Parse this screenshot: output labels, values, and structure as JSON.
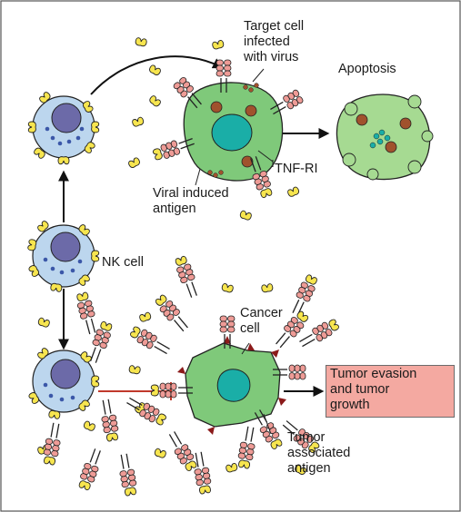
{
  "labels": {
    "target_cell": [
      "Target cell",
      "infected",
      "with virus"
    ],
    "apoptosis": "Apoptosis",
    "tnf_ri": "TNF-RI",
    "viral_antigen": [
      "Viral induced",
      "antigen"
    ],
    "nk_cell": "NK cell",
    "cancer_cell": [
      "Cancer",
      "cell"
    ],
    "tumor_antigen": [
      "Tumor",
      "associated",
      "antigen"
    ],
    "outcome": [
      "Tumor evasion",
      "and tumor",
      "growth"
    ]
  },
  "colors": {
    "nk_cell_fill": "#bcd6ee",
    "nk_nucleus": "#6c6aa8",
    "target_cell_fill": "#7fc97a",
    "nucleus_fill": "#1aaea7",
    "apoptotic_cell_fill": "#a6da92",
    "ligand_yellow": "#f7e54f",
    "receptor_pink": "#ee9b96",
    "outcome_box_fill": "#f4a9a1",
    "inhibition_red": "#c0392b"
  }
}
